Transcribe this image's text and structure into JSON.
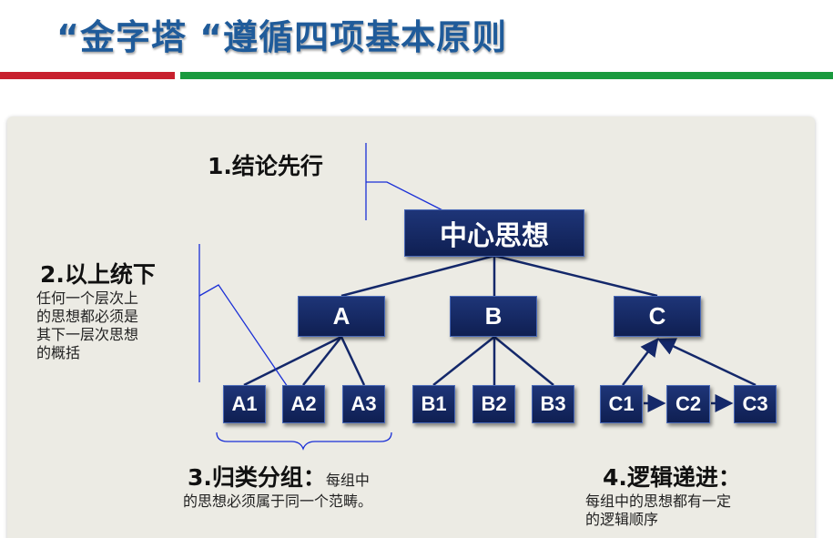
{
  "title": "“金字塔 “遵循四项基本原则",
  "colors": {
    "title": "#1f5b9a",
    "bar_red": "#c8202e",
    "bar_green": "#1a9a3e",
    "node_fill": "#14286a",
    "panel": "#ecebe4",
    "annotation_line": "#1a2fd6"
  },
  "principles": {
    "p1": {
      "label": "1.结论先行"
    },
    "p2": {
      "label": "2.以上统下",
      "desc": [
        "任何一个层次上",
        "的思想都必须是",
        "其下一层次思想",
        "的概括"
      ]
    },
    "p3": {
      "label": "3.归类分组：",
      "desc_inline": "每组中",
      "desc": "的思想必须属于同一个范畴。"
    },
    "p4": {
      "label": "4.逻辑递进：",
      "desc": [
        "每组中的思想都有一定",
        "的逻辑顺序"
      ]
    }
  },
  "nodes": {
    "root": "中心思想",
    "level1": [
      "A",
      "B",
      "C"
    ],
    "level2": [
      "A1",
      "A2",
      "A3",
      "B1",
      "B2",
      "B3",
      "C1",
      "C2",
      "C3"
    ]
  }
}
